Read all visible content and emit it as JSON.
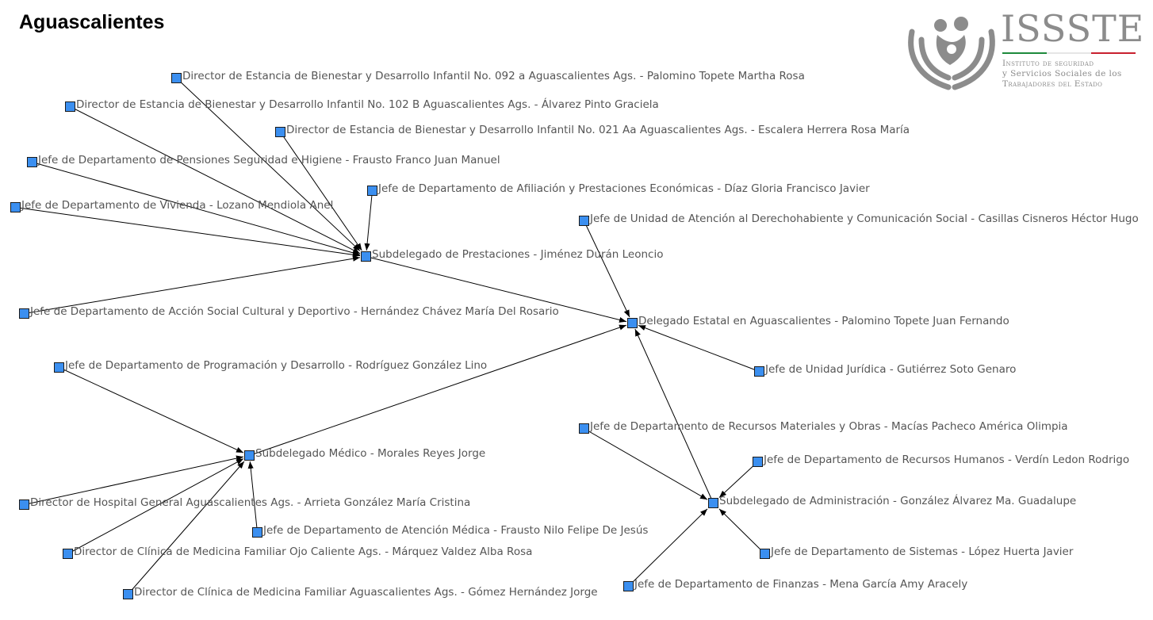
{
  "page_title": "Aguascalientes",
  "logo": {
    "name": "ISSSTE",
    "subtitle_lines": [
      "Instituto de seguridad",
      "y Servicios Sociales de los",
      "Trabajadores del Estado"
    ],
    "colors": [
      "#1e8a3c",
      "#ffffff",
      "#c8202f"
    ]
  },
  "node_color": "#3b8ff0",
  "nodes": [
    {
      "id": "d092",
      "label": "Director de Estancia de Bienestar y Desarrollo Infantil No. 092 a Aguascalientes Ags.   - Palomino Topete Martha Rosa"
    },
    {
      "id": "d102",
      "label": "Director de Estancia de Bienestar y Desarrollo Infantil No. 102 B Aguascalientes Ags.  -   Álvarez Pinto Graciela"
    },
    {
      "id": "d021",
      "label": "Director de Estancia de Bienestar y Desarrollo Infantil No. 021 Aa Aguascalientes Ags. - Escalera Herrera Rosa María"
    },
    {
      "id": "jpens",
      "label": "Jefe de Departamento de Pensiones Seguridad e Higiene  - Frausto Franco Juan Manuel"
    },
    {
      "id": "jafil",
      "label": "Jefe de Departamento de Afiliación y Prestaciones Económicas  - Díaz Gloria Francisco Javier"
    },
    {
      "id": "jviv",
      "label": "Jefe de Departamento de Vivienda  - Lozano Mendiola Anel"
    },
    {
      "id": "juad",
      "label": "Jefe de Unidad de Atención al Derechohabiente y Comunicación Social  - Casillas Cisneros Héctor Hugo"
    },
    {
      "id": "subprest",
      "label": "Subdelegado de Prestaciones  - Jiménez Durán Leoncio"
    },
    {
      "id": "jacc",
      "label": "Jefe de Departamento de Acción Social Cultural y Deportivo  - Hernández Chávez María Del Rosario"
    },
    {
      "id": "deleg",
      "label": "Delegado Estatal en Aguascalientes  - Palomino Topete Juan Fernando"
    },
    {
      "id": "jprog",
      "label": "Jefe de Departamento de Programación y Desarrollo  - Rodríguez González Lino"
    },
    {
      "id": "jjur",
      "label": "Jefe de Unidad Jurídica  - Gutiérrez Soto Genaro"
    },
    {
      "id": "jrecm",
      "label": "Jefe de Departamento de Recursos Materiales y Obras  - Macías Pacheco América Olimpia"
    },
    {
      "id": "submed",
      "label": "Subdelegado Médico  - Morales Reyes Jorge"
    },
    {
      "id": "jrech",
      "label": "Jefe de Departamento de Recursos Humanos  - Verdín Ledon Rodrigo"
    },
    {
      "id": "dhosp",
      "label": "Director de Hospital General Aguascalientes Ags.    - Arrieta González María Cristina"
    },
    {
      "id": "subadm",
      "label": "Subdelegado de Administración  - González Álvarez Ma. Guadalupe"
    },
    {
      "id": "jatmed",
      "label": "Jefe de Departamento de Atención Médica  - Frausto Nilo Felipe De Jesús"
    },
    {
      "id": "dojo",
      "label": "Director de Clínica de Medicina Familiar Ojo Caliente Ags. - Márquez Valdez Alba Rosa"
    },
    {
      "id": "jsis",
      "label": "Jefe de Departamento de Sistemas  - López Huerta Javier"
    },
    {
      "id": "jfin",
      "label": "Jefe de Departamento de Finanzas  - Mena García Amy Aracely"
    },
    {
      "id": "dcmf",
      "label": "Director de Clínica de Medicina Familiar Aguascalientes Ags. - Gómez Hernández Jorge"
    }
  ],
  "edges": [
    [
      "d092",
      "subprest"
    ],
    [
      "d102",
      "subprest"
    ],
    [
      "d021",
      "subprest"
    ],
    [
      "jpens",
      "subprest"
    ],
    [
      "jafil",
      "subprest"
    ],
    [
      "jviv",
      "subprest"
    ],
    [
      "jacc",
      "subprest"
    ],
    [
      "subprest",
      "deleg"
    ],
    [
      "juad",
      "deleg"
    ],
    [
      "jjur",
      "deleg"
    ],
    [
      "submed",
      "deleg"
    ],
    [
      "subadm",
      "deleg"
    ],
    [
      "jprog",
      "submed"
    ],
    [
      "dhosp",
      "submed"
    ],
    [
      "dojo",
      "submed"
    ],
    [
      "dcmf",
      "submed"
    ],
    [
      "jatmed",
      "submed"
    ],
    [
      "jrecm",
      "subadm"
    ],
    [
      "jrech",
      "subadm"
    ],
    [
      "jsis",
      "subadm"
    ],
    [
      "jfin",
      "subadm"
    ]
  ]
}
